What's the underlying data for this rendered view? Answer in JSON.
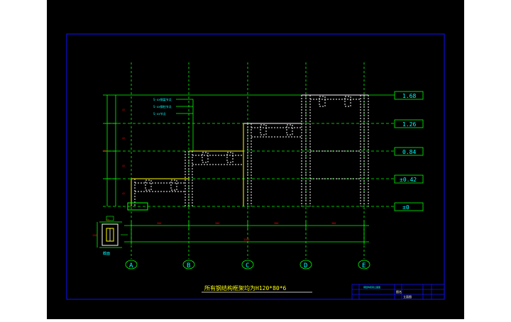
{
  "drawing": {
    "title": "所有钢结构框架均为H120*80*6",
    "colors": {
      "background": "#000000",
      "frame": "#1010ff",
      "grid": "#00ff00",
      "structure": "#ffffff",
      "highlight": "#ffff00",
      "dimension": "#ff0000",
      "text": "#00ffff"
    }
  },
  "grid_axes": [
    "A",
    "B",
    "C",
    "D",
    "E"
  ],
  "elevations": [
    "1.68",
    "1.26",
    "0.84",
    "±0.42",
    "±0"
  ],
  "dimensions": {
    "top_spans": [
      "300",
      "300",
      "300",
      "300"
    ],
    "total": "1200",
    "height_total": "168",
    "height_parts": [
      "42",
      "42",
      "42",
      "42"
    ]
  },
  "legend": [
    "S-xx钢梁节点",
    "S-xx钢柱节点",
    "S-xx节点"
  ],
  "section_detail": {
    "label": "截面",
    "dims": [
      "80",
      "120"
    ]
  },
  "title_block": {
    "row1": "钢结构框架立面图",
    "label": "图名",
    "drawing_name": "立面图"
  }
}
